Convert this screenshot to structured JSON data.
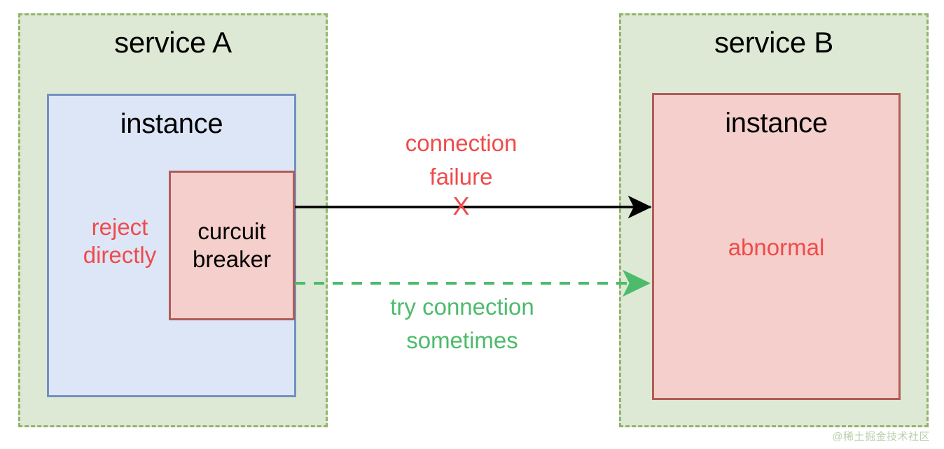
{
  "diagram": {
    "title": "circuit breaker pattern between service A and service B",
    "colors": {
      "service_fill": "#dde9d4",
      "service_border": "#91b46b",
      "instance_a_fill": "#dde6f7",
      "instance_a_border": "#7290c4",
      "instance_b_fill": "#f5cfcb",
      "instance_b_border": "#b05c57",
      "red_text": "#ef4b4b",
      "green_text": "#4cbb6c",
      "black_arrow": "#000000",
      "watermark": "#b9cfae"
    },
    "service_a": {
      "title": "service A",
      "instance": {
        "title": "instance",
        "reject_label": "reject\ndirectly",
        "circuit_breaker": {
          "label": "curcuit\nbreaker"
        }
      }
    },
    "service_b": {
      "title": "service B",
      "instance": {
        "title": "instance",
        "status_label": "abnormal"
      }
    },
    "connections": [
      {
        "name": "failed-connection",
        "label": "connection\nfailure",
        "marker": "X",
        "style": "solid",
        "color": "#000000",
        "label_color": "#ef4b4b"
      },
      {
        "name": "retry-connection",
        "label": "try connection\nsometimes",
        "style": "dashed",
        "color": "#4cbb6c",
        "label_color": "#4cbb6c"
      }
    ],
    "watermark": "@稀土掘金技术社区"
  }
}
